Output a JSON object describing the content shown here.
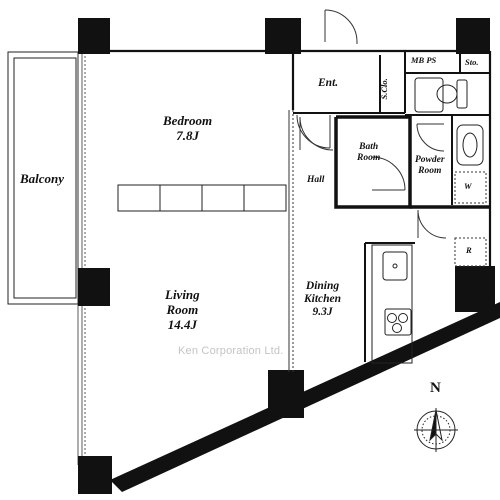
{
  "rooms": {
    "balcony": "Balcony",
    "bedroom_name": "Bedroom",
    "bedroom_size": "7.8J",
    "living_name_1": "Living",
    "living_name_2": "Room",
    "living_size": "14.4J",
    "entrance": "Ent.",
    "shoe_closet": "S.Clo.",
    "mb_ps": "MB PS",
    "storage": "Sto.",
    "bath_1": "Bath",
    "bath_2": "Room",
    "powder_1": "Powder",
    "powder_2": "Room",
    "hall": "Hall",
    "dining_1": "Dining",
    "dining_2": "Kitchen",
    "dining_size": "9.3J",
    "washer": "W",
    "fridge": "R"
  },
  "compass": {
    "north_label": "N"
  },
  "watermark": "Ken Corporation Ltd.",
  "colors": {
    "wall": "#111111",
    "line": "#222222",
    "watermark": "#c4c4c4"
  }
}
